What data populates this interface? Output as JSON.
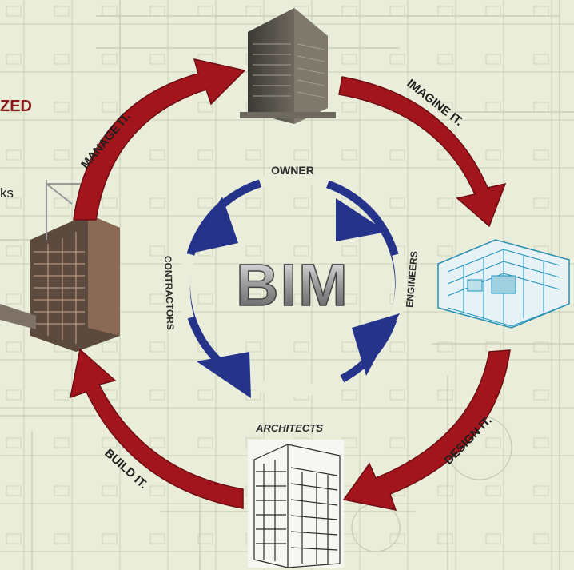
{
  "left_text": {
    "title": "ZED",
    "line": "ks"
  },
  "center_label": "BIM",
  "outer_cycle": {
    "labels": [
      "IMAGINE IT.",
      "DESIGN IT.",
      "BUILD IT.",
      "MANAGE IT."
    ],
    "arrow_color": "#a3151c"
  },
  "inner_cycle": {
    "labels": [
      "OWNER",
      "ENGINEERS",
      "ARCHITECTS",
      "CONTRACTORS"
    ],
    "arrow_color": "#25338a"
  },
  "images": {
    "top": "completed-building-photo",
    "right": "bim-3d-wireframe-model",
    "bottom": "building-sketch-drawing",
    "left": "building-under-construction-photo"
  }
}
